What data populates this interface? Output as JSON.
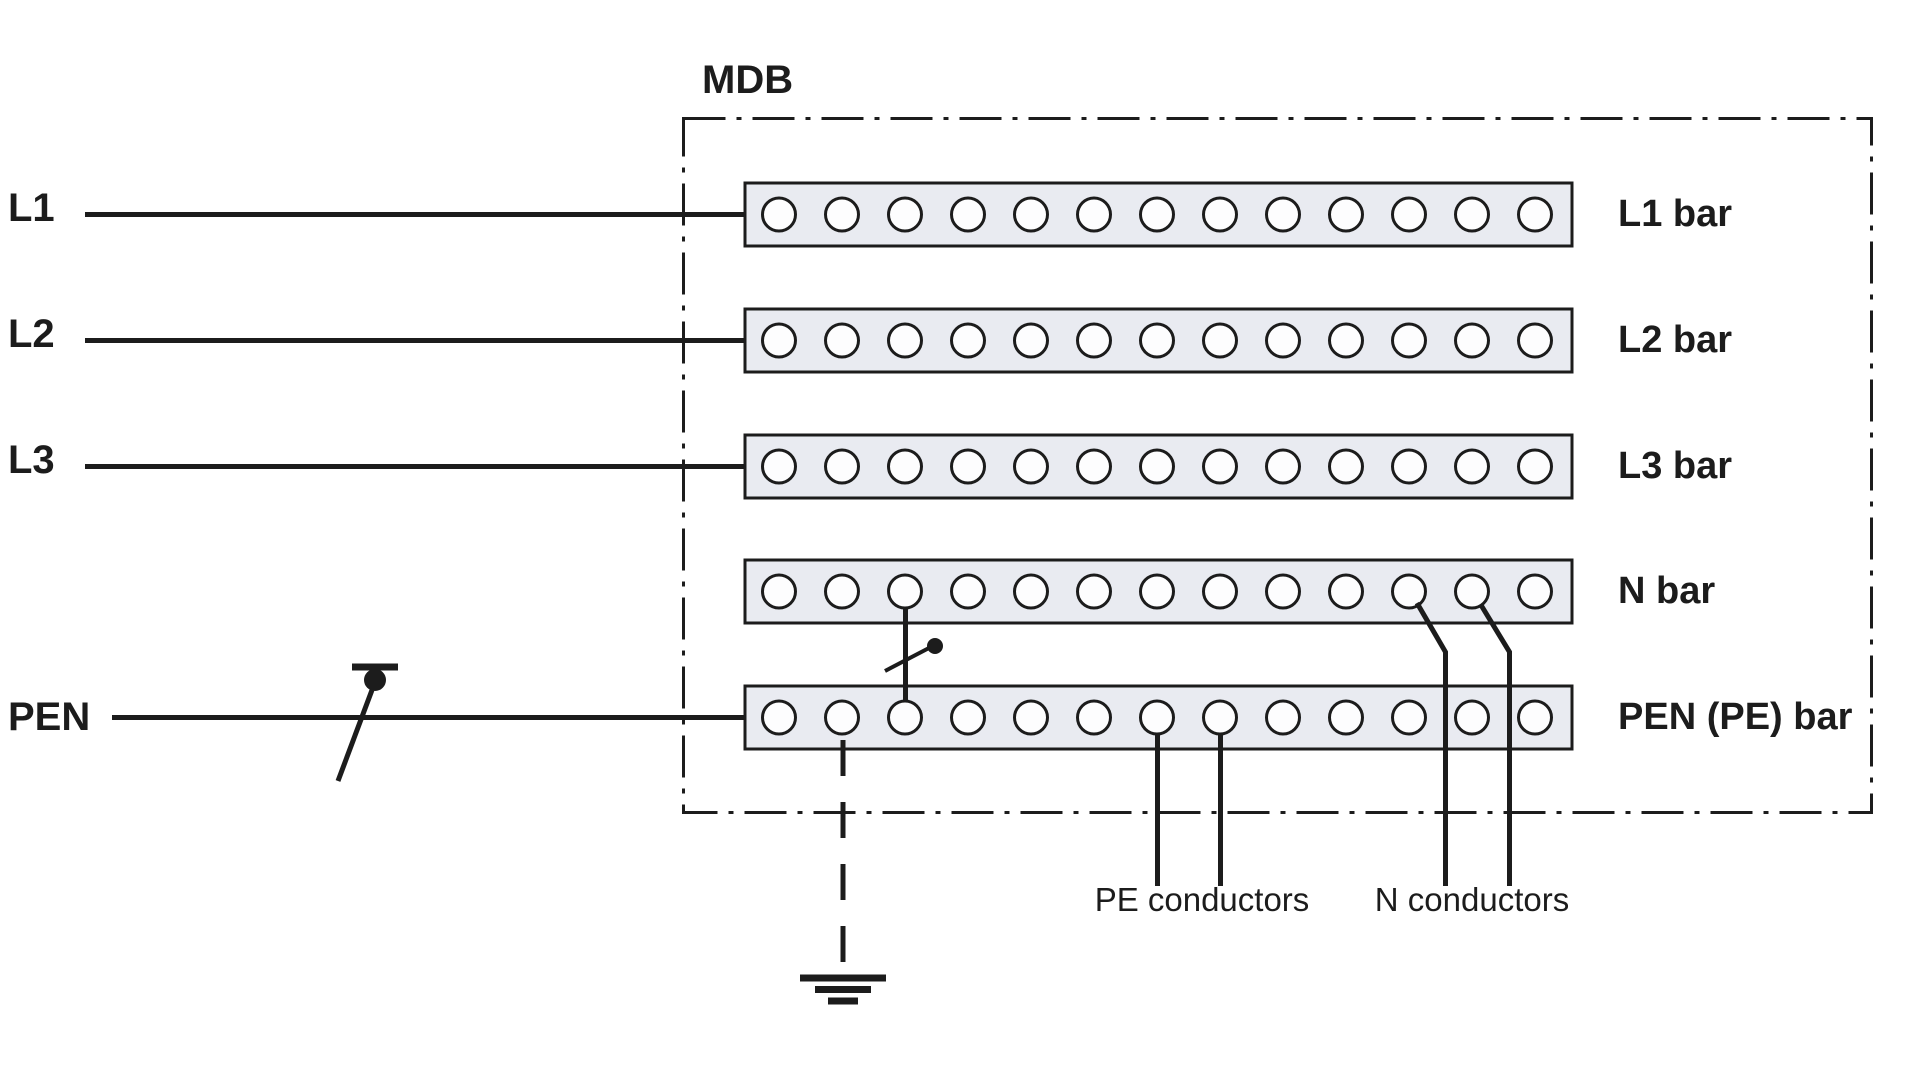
{
  "diagram": {
    "title": "MDB",
    "feeders": [
      {
        "label": "L1"
      },
      {
        "label": "L2"
      },
      {
        "label": "L3"
      },
      {
        "label": "PEN"
      }
    ],
    "busbars": [
      {
        "label": "L1 bar"
      },
      {
        "label": "L2 bar"
      },
      {
        "label": "L3 bar"
      },
      {
        "label": "N bar"
      },
      {
        "label": "PEN (PE) bar"
      }
    ],
    "holes_per_bar": 13,
    "annotations": {
      "pe": "PE conductors",
      "n": "N conductors"
    },
    "colors": {
      "ink": "#1c1c1c",
      "busbar_fill": "#e9ebf1",
      "background": "#ffffff"
    }
  }
}
